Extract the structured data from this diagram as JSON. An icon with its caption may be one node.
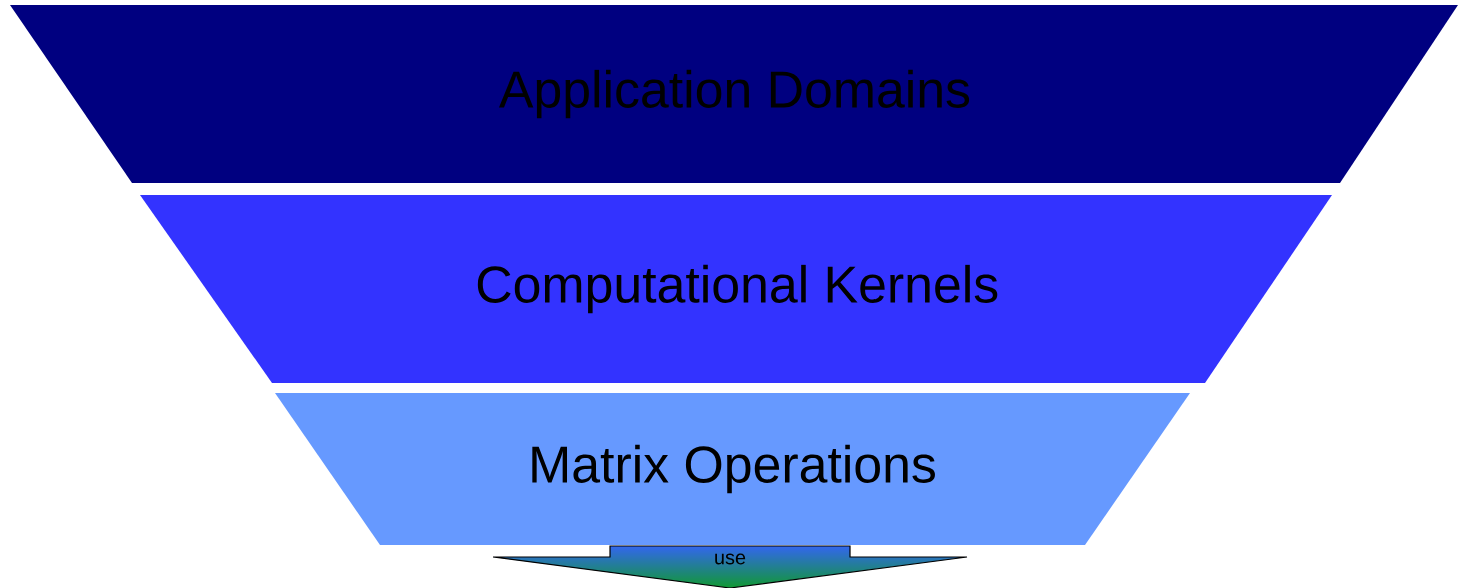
{
  "diagram": {
    "nodes": [
      {
        "text": [
          "Application Domains"
        ]
      },
      {
        "text": [
          "Computational Kernels"
        ]
      },
      {
        "text": [
          "Matrix Operations"
        ]
      },
      {
        "text": [
          "use"
        ]
      }
    ]
  }
}
